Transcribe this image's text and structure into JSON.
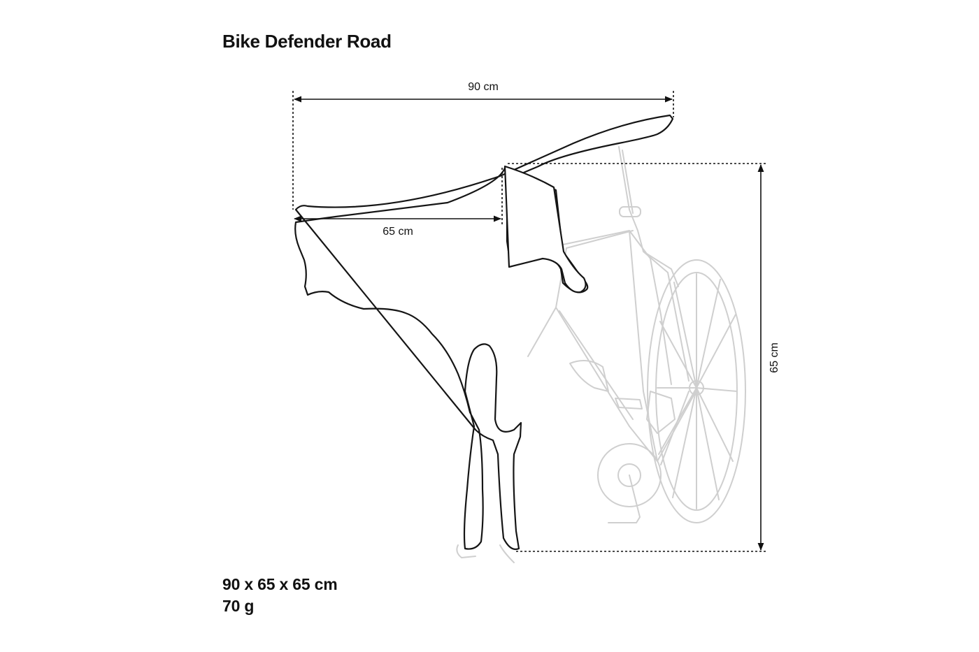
{
  "title": "Bike Defender Road",
  "specs": {
    "dimensions": "90 x 65 x 65 cm",
    "weight": "70 g"
  },
  "dimension_labels": {
    "top_width": "90 cm",
    "inner_width": "65 cm",
    "height": "65 cm"
  },
  "colors": {
    "outline": "#151515",
    "bike_ghost": "#cfcfcf",
    "background": "#ffffff"
  }
}
